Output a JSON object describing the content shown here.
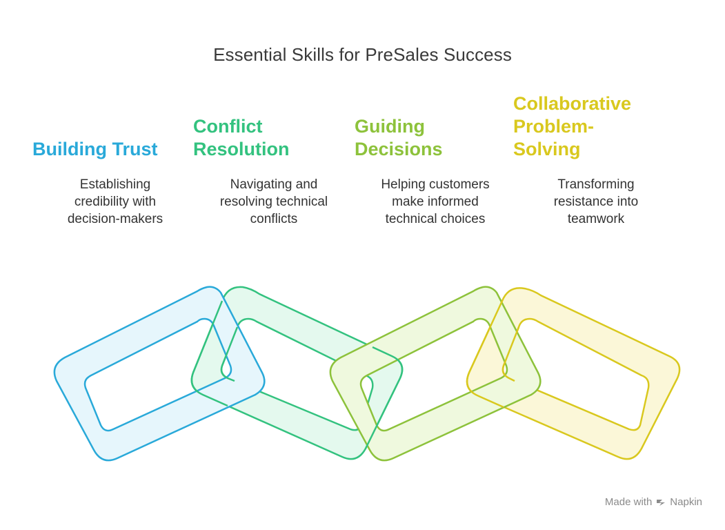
{
  "title": "Essential Skills for PreSales Success",
  "steps": [
    {
      "heading": "Building Trust",
      "description": [
        "Establishing",
        "credibility with",
        "decision-makers"
      ],
      "color": "#29A9D9",
      "fill": "#E6F6FC"
    },
    {
      "heading": [
        "Conflict",
        "Resolution"
      ],
      "description": [
        "Navigating and",
        "resolving technical",
        "conflicts"
      ],
      "color": "#33C27F",
      "fill": "#E4F9EE"
    },
    {
      "heading": [
        "Guiding",
        "Decisions"
      ],
      "description": [
        "Helping customers",
        "make informed",
        "technical choices"
      ],
      "color": "#8DC23B",
      "fill": "#EFF9DE"
    },
    {
      "heading": [
        "Collaborative",
        "Problem-",
        "Solving"
      ],
      "description": [
        "Transforming",
        "resistance into",
        "teamwork"
      ],
      "color": "#D9C81E",
      "fill": "#FBF7D8"
    }
  ],
  "footer": {
    "made_with": "Made with",
    "brand": "Napkin",
    "icon": "napkin-logo-icon"
  }
}
